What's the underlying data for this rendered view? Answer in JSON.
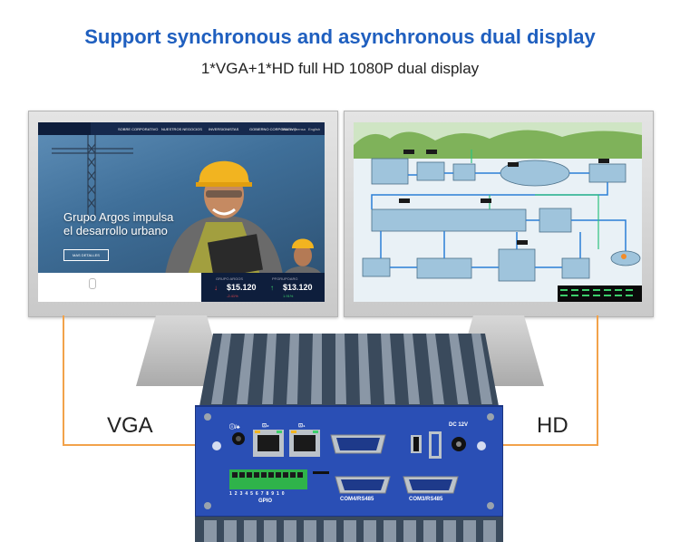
{
  "headline": "Support synchronous and asynchronous dual display",
  "subline": "1*VGA+1*HD full HD 1080P dual display",
  "left_screen": {
    "nav_items": [
      "SOBRE CORPORATIVO",
      "NUESTROS NEGOCIOS",
      "INVERSIONISTAS",
      "GOBIERNO CORPORATIVO"
    ],
    "nav_right": [
      "Sala de prensa",
      "English"
    ],
    "headline_line1": "Grupo Argos impulsa",
    "headline_line2": "el desarrollo urbano",
    "button_label": "MAS DETALLES",
    "stocks": [
      {
        "name": "GRUPO ARGOS",
        "value": "$15.120",
        "change": "-2.41%",
        "direction": "down",
        "color": "#e0474c"
      },
      {
        "name": "PFGRUPOARG",
        "value": "$13.120",
        "change": "1.91%",
        "direction": "up",
        "color": "#3ccf6b"
      }
    ]
  },
  "right_screen": {
    "description": ""
  },
  "callouts": {
    "left": "VGA",
    "right": "HD"
  },
  "device": {
    "labels": {
      "audio": "ⓘ/♣",
      "lan2": "⊡₂",
      "lan1": "⊡₁",
      "dc": "DC 12V",
      "gpio": "GPIO",
      "gpio_pins": [
        "1",
        "2",
        "3",
        "4",
        "5",
        "6",
        "7",
        "8",
        "9",
        "10"
      ],
      "com4": "COM4/RS485",
      "com3": "COM3/RS485"
    },
    "colors": {
      "panel": "#2a4fb5",
      "case": "#3a4a5c",
      "fin": "#7d8a98"
    }
  }
}
